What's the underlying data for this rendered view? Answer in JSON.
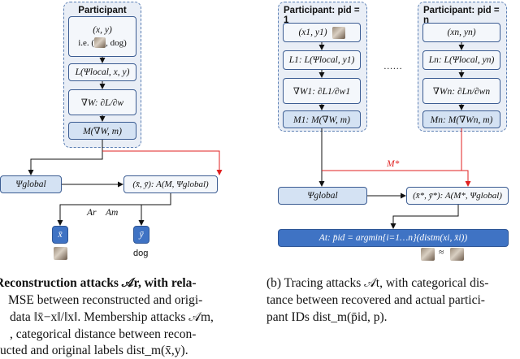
{
  "left": {
    "panel_title": "Participant",
    "input_xy": "(x, y)",
    "ie_prefix": "i.e. (",
    "ie_suffix": ", dog)",
    "loss": "L(Ψlocal, x, y)",
    "grad": "∇W: ∂L/∂w",
    "mask": "M(∇W, m)",
    "global": "Ψglobal",
    "attack": "(x̄, ȳ): A(M, Ψglobal)",
    "label_ar": "Ar",
    "label_am": "Am",
    "out_x": "x̄",
    "out_y": "ȳ",
    "dog_label": "dog",
    "caption": [
      "Reconstruction attacks 𝒜r, with rela-",
      "MSE between reconstructed and origi-",
      "data ‖x̄−x‖/‖x‖. Membership attacks 𝒜m,",
      ", categorical distance between recon-",
      "ucted and original labels dist_m(x̄,y)."
    ]
  },
  "right": {
    "p1_title": "Participant: pid = 1",
    "pn_title": "Participant: pid = n",
    "x1": "(x1, y1)",
    "xn": "(xn, yn)",
    "l1": "L1: L(Ψlocal, y1)",
    "ln": "Ln: L(Ψlocal, yn)",
    "g1": "∇W1: ∂L1/∂w1",
    "gn": "∇Wn: ∂Ln/∂wn",
    "m1": "M1: M(∇W, m)",
    "mn": "Mn: M(∇Wn, m)",
    "dots": "……",
    "m_star": "M*",
    "global": "Ψglobal",
    "attack": "(x̄*, ȳ*): A(M*, Ψglobal)",
    "trace": "At: p̄id = argmin{i=1…n}(distm(xi, x̄i))",
    "approx": "≈",
    "caption": [
      "(b) Tracing attacks 𝒜t, with categorical dis-",
      "tance between recovered and actual partici-",
      "pant IDs dist_m(p̄id, p)."
    ]
  },
  "colors": {
    "panel": "#e9eef6",
    "border": "#5b7fb4",
    "box": "#d4e2f3",
    "accent": "#3f73c4",
    "red": "#e02020"
  }
}
